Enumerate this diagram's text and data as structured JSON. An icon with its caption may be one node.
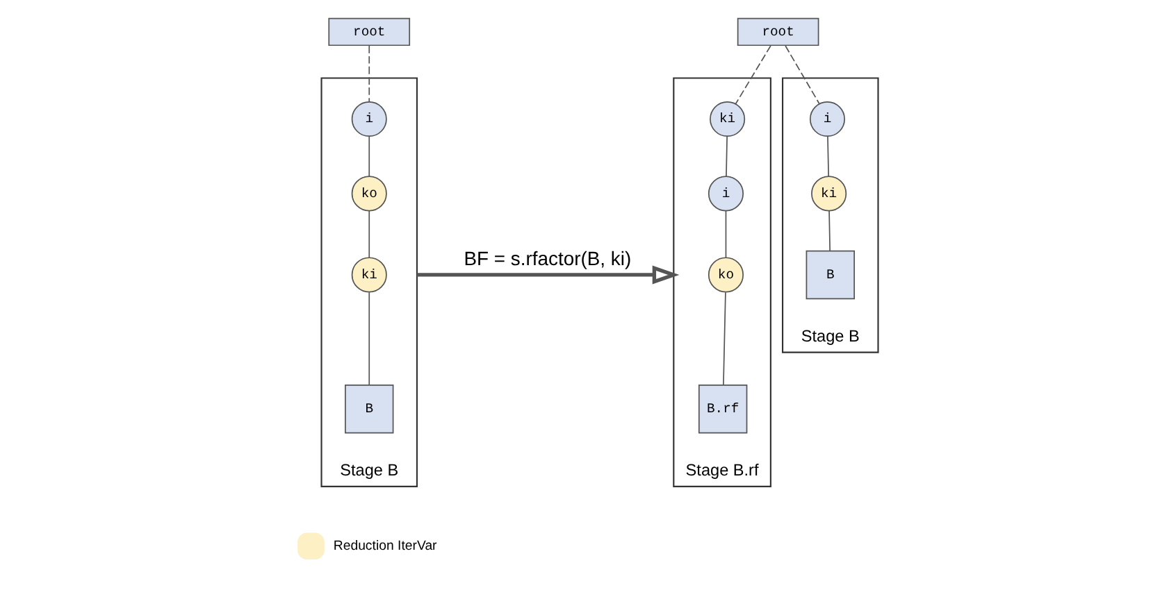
{
  "diagram": {
    "nodes": [
      {
        "text": [
          "root"
        ]
      },
      {
        "text": [
          "Stage B"
        ]
      },
      {
        "text": [
          "i"
        ],
        "in": 1
      },
      {
        "text": [
          "ko"
        ],
        "in": 1
      },
      {
        "text": [
          "ki"
        ],
        "in": 1
      },
      {
        "text": [
          "B"
        ],
        "in": 1
      },
      {
        "text": [
          "root"
        ]
      },
      {
        "text": [
          "Stage B.rf"
        ]
      },
      {
        "text": [
          "ki"
        ],
        "in": 7
      },
      {
        "text": [
          "i"
        ],
        "in": 7
      },
      {
        "text": [
          "ko"
        ],
        "in": 7
      },
      {
        "text": [
          "B.rf"
        ],
        "in": 7
      },
      {
        "text": [
          "Stage B"
        ]
      },
      {
        "text": [
          "i"
        ],
        "in": 12
      },
      {
        "text": [
          "ki"
        ],
        "in": 12
      },
      {
        "text": [
          "B"
        ],
        "in": 12
      }
    ],
    "edges": [
      {
        "from": 0,
        "to": 2,
        "arrow": "none",
        "style": "dashed"
      },
      {
        "from": 2,
        "to": 3,
        "arrow": "none"
      },
      {
        "from": 3,
        "to": 4,
        "arrow": "none"
      },
      {
        "from": 4,
        "to": 5,
        "arrow": "none"
      },
      {
        "from": 1,
        "to": 7,
        "arrow": "to",
        "label": "BF = s.rfactor(B, ki)",
        "style": "thick"
      },
      {
        "from": 6,
        "to": 8,
        "arrow": "none",
        "style": "dashed"
      },
      {
        "from": 6,
        "to": 13,
        "arrow": "none",
        "style": "dashed"
      },
      {
        "from": 8,
        "to": 9,
        "arrow": "none"
      },
      {
        "from": 9,
        "to": 10,
        "arrow": "none"
      },
      {
        "from": 10,
        "to": 11,
        "arrow": "none"
      },
      {
        "from": 13,
        "to": 14,
        "arrow": "none"
      },
      {
        "from": 14,
        "to": 15,
        "arrow": "none"
      }
    ],
    "legend": [
      {
        "text": "Reduction IterVar",
        "color": "#fdf0c4"
      }
    ]
  }
}
